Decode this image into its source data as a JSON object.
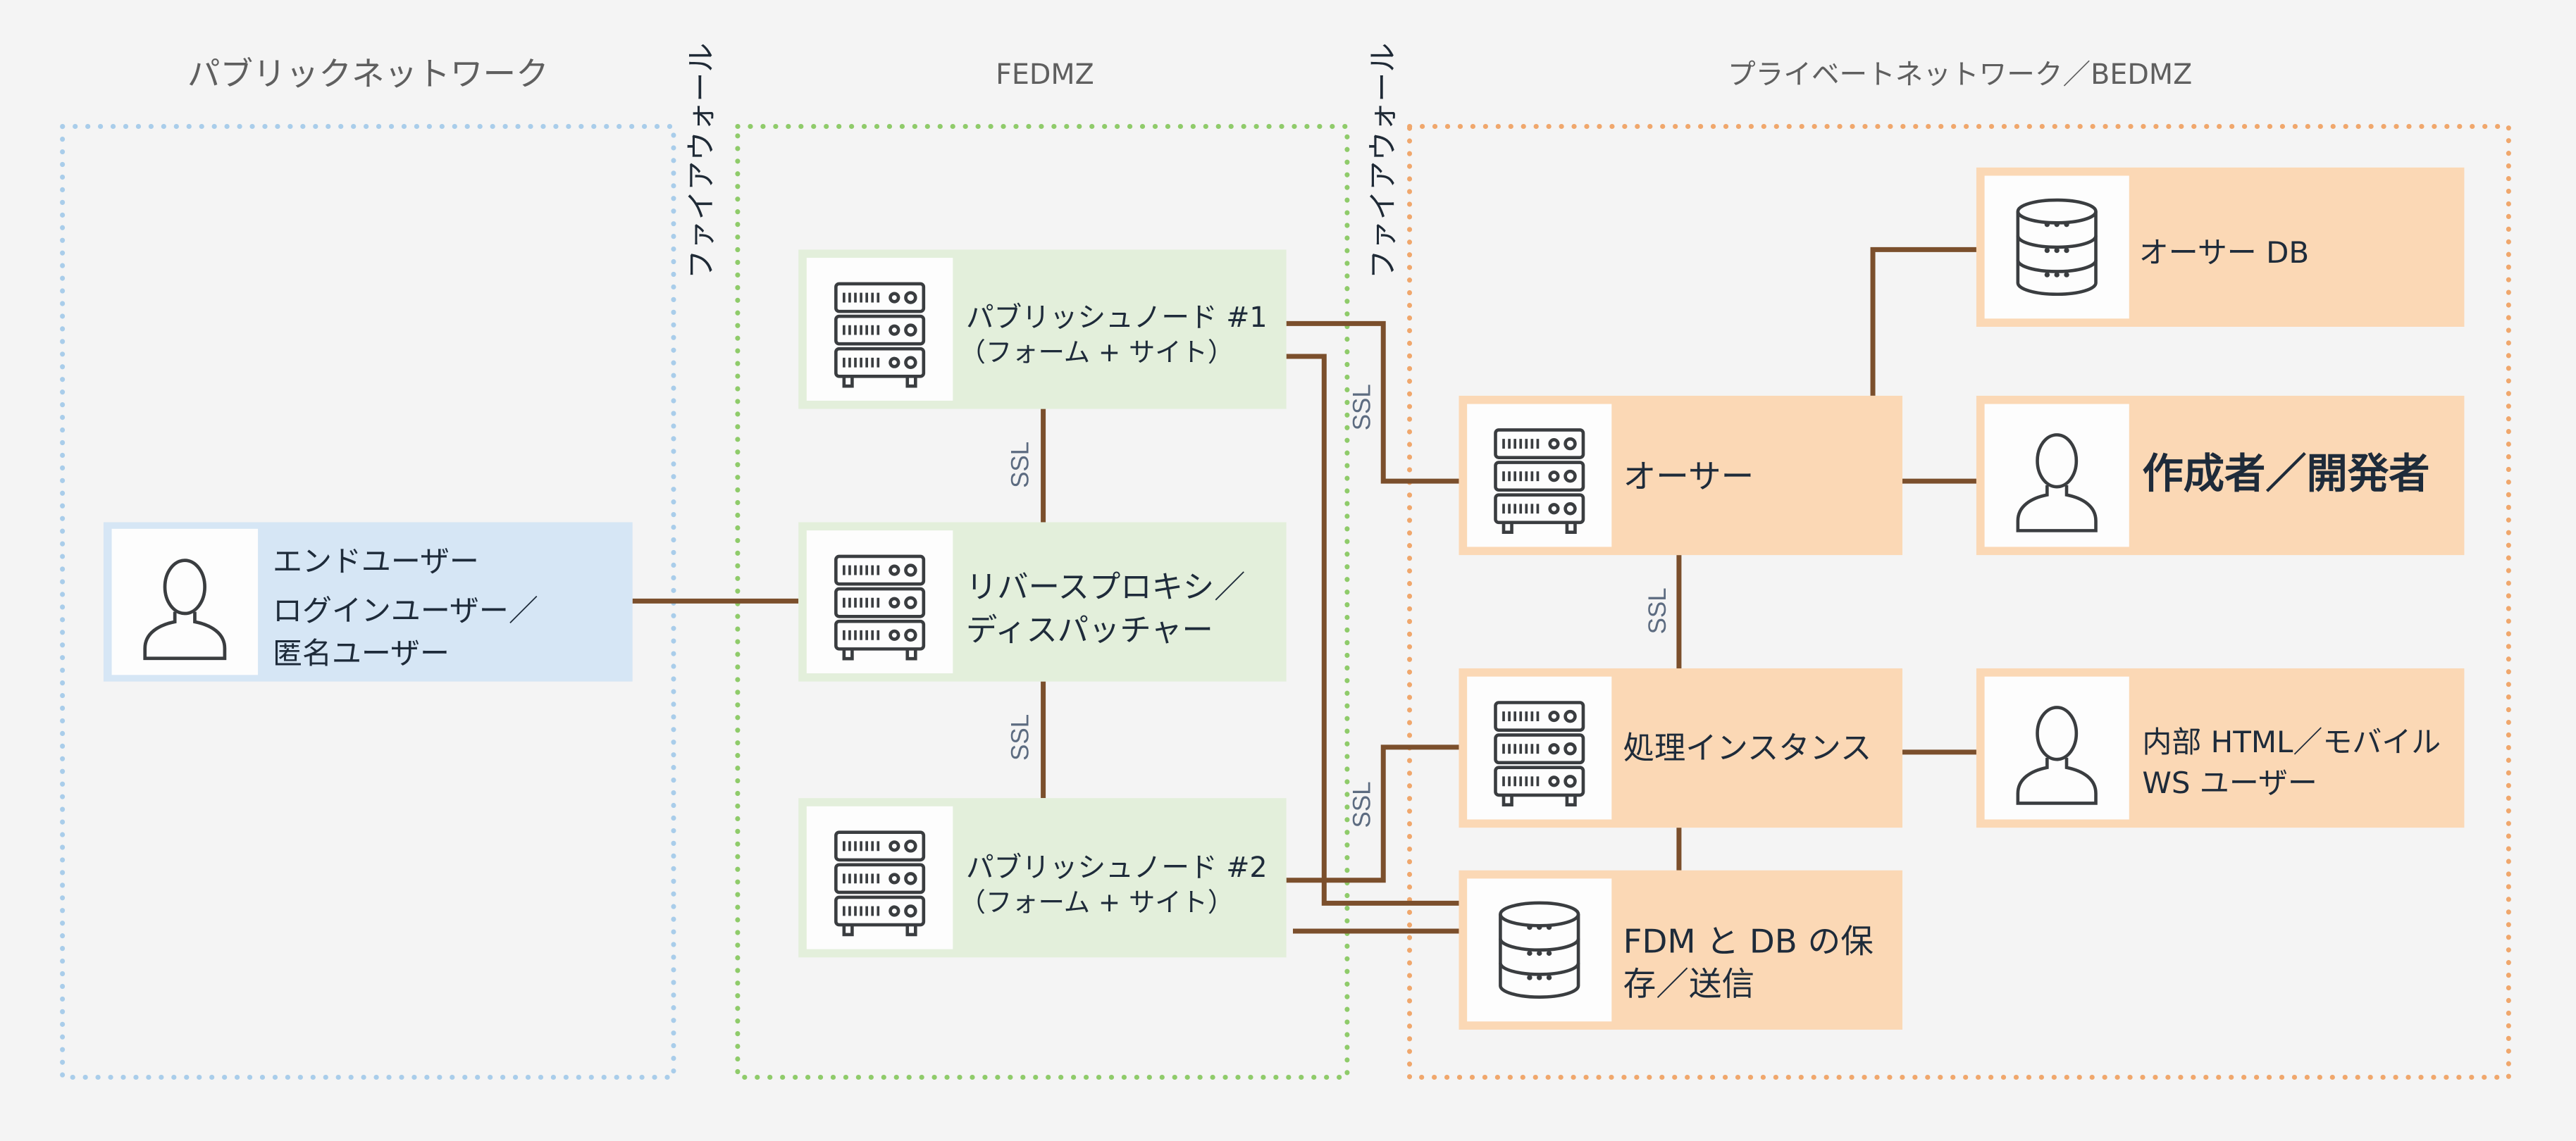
{
  "zones": {
    "public_network": {
      "label": "パブリックネットワーク",
      "border_color": "#a9cdea"
    },
    "fedmz": {
      "label": "FEDMZ",
      "border_color": "#8fcb6a"
    },
    "private_network": {
      "label": "プライベートネットワーク／BEDMZ",
      "border_color": "#f0a76c"
    }
  },
  "firewalls": [
    {
      "label": "ファイアウォール"
    },
    {
      "label": "ファイアウォール"
    }
  ],
  "nodes": {
    "end_user": {
      "icon": "user-icon",
      "fill": "#d6e6f5",
      "lines": [
        "エンドユーザー",
        "ログインユーザー／",
        "匿名ユーザー"
      ]
    },
    "publish1": {
      "icon": "server-icon",
      "fill": "#e3efdb",
      "lines": [
        "パブリッシュノード #1",
        "（フォーム + サイト）"
      ]
    },
    "reverse_proxy": {
      "icon": "server-icon",
      "fill": "#e3efdb",
      "lines": [
        "リバースプロキシ／",
        "ディスパッチャー"
      ]
    },
    "publish2": {
      "icon": "server-icon",
      "fill": "#e3efdb",
      "lines": [
        "パブリッシュノード #2",
        "（フォーム + サイト）"
      ]
    },
    "author": {
      "icon": "server-icon",
      "fill": "#fbd8b5",
      "lines": [
        "オーサー"
      ]
    },
    "processing": {
      "icon": "server-icon",
      "fill": "#fbd8b5",
      "lines": [
        "処理インスタンス"
      ]
    },
    "fdm_storage": {
      "icon": "database-icon",
      "fill": "#fbd8b5",
      "lines": [
        "FDM と DB の保",
        "存／送信"
      ]
    },
    "author_db": {
      "icon": "database-icon",
      "fill": "#fbd8b5",
      "lines": [
        "オーサー DB"
      ]
    },
    "creator": {
      "icon": "user-icon",
      "fill": "#fbd8b5",
      "lines": [
        "作成者／開発者"
      ]
    },
    "internal_users": {
      "icon": "user-icon",
      "fill": "#fbd8b5",
      "lines": [
        "内部 HTML／モバイル",
        "WS ユーザー"
      ]
    }
  },
  "links": {
    "publish1_to_proxy": {
      "label": "SSL"
    },
    "proxy_to_publish2": {
      "label": "SSL"
    },
    "publish1_to_author": {
      "label": "SSL"
    },
    "publish2_to_processing": {
      "label": "SSL"
    },
    "author_to_processing": {
      "label": "SSL"
    }
  },
  "colors": {
    "background": "#f4f4f4",
    "connector": "#7b4f2c",
    "text": "#1e2b3a",
    "ssl_label": "#5c6b80"
  }
}
